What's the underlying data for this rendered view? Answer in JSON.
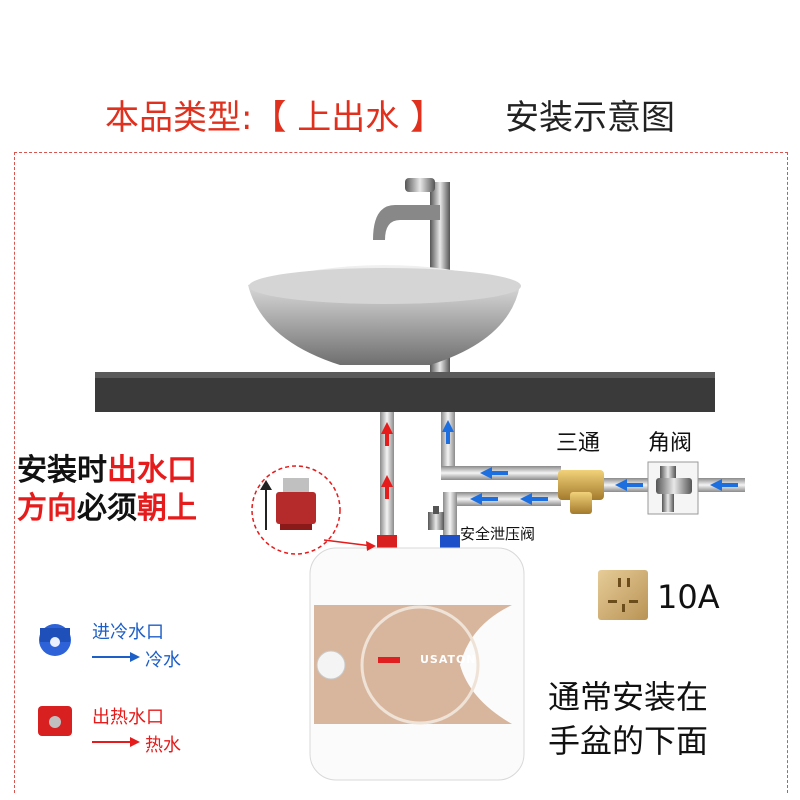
{
  "header": {
    "product_type": "本品类型:【 上出水 】",
    "diagram_title": "安装示意图"
  },
  "warning": {
    "line1_part1": "安装时",
    "line1_part2": "出水口",
    "line2_part1": "方向",
    "line2_part2": "必须",
    "line2_part3": "朝上"
  },
  "labels": {
    "tee": "三通",
    "angle_valve": "角阀",
    "relief_valve": "安全泄压阀",
    "socket_rating": "10A",
    "brand": "USATON"
  },
  "legend": {
    "cold_inlet": "进冷水口",
    "cold_water": "冷水",
    "hot_outlet": "出热水口",
    "hot_water": "热水"
  },
  "note": {
    "line1": "通常安装在",
    "line2": "手盆的下面"
  },
  "colors": {
    "red": "#e61b1b",
    "blue": "#1d5fc8",
    "heater_accent": "#d9b49a"
  }
}
